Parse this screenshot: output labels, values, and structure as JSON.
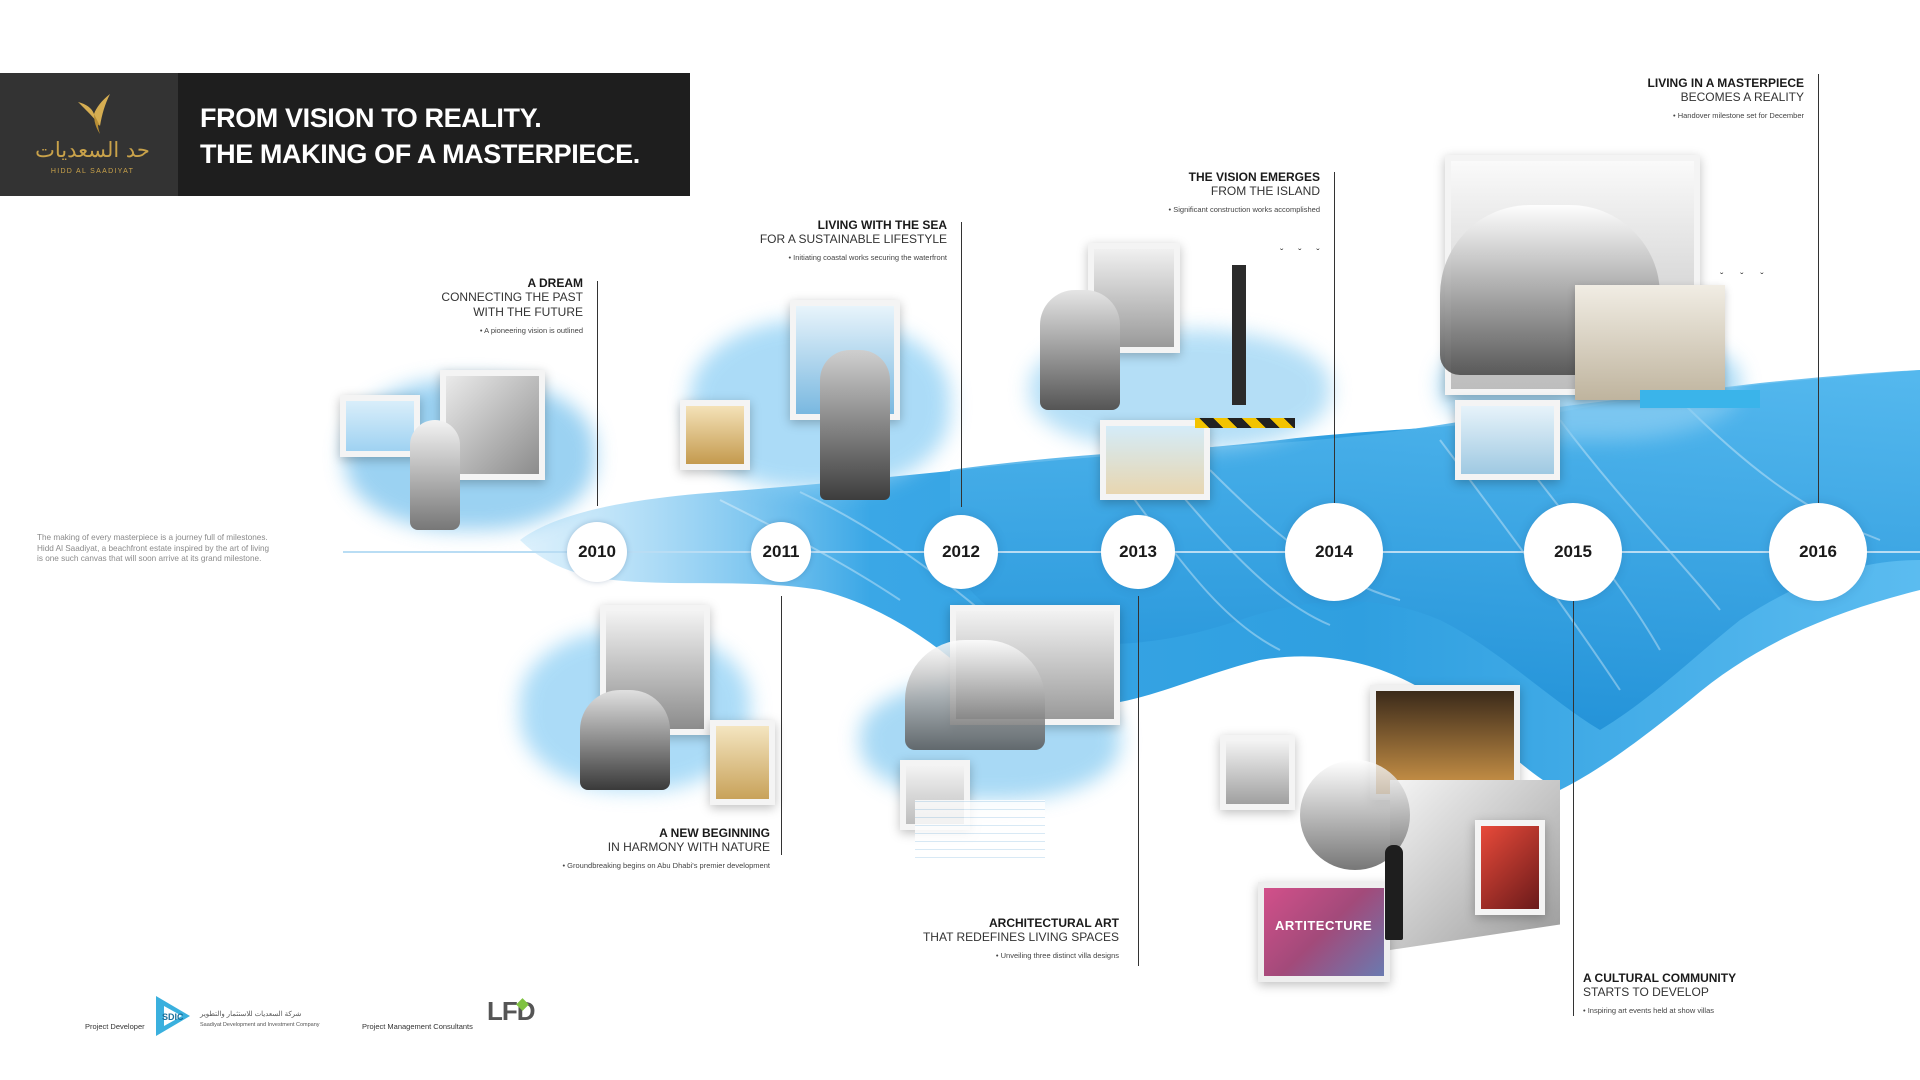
{
  "brand": {
    "arabic": "حد السعديات",
    "name": "HIDD AL SAADIYAT",
    "title_line1": "FROM VISION TO REALITY.",
    "title_line2": "THE MAKING OF A MASTERPIECE."
  },
  "intro": {
    "line1": "The making of every masterpiece is a journey full of milestones.",
    "line2": "Hidd Al Saadiyat, a beachfront estate inspired by the art of living",
    "line3": "is one such canvas that will soon arrive at its grand milestone."
  },
  "years": [
    "2010",
    "2011",
    "2012",
    "2013",
    "2014",
    "2015",
    "2016"
  ],
  "milestones": {
    "m2010": {
      "title": "A DREAM",
      "sub1": "CONNECTING THE PAST",
      "sub2": "WITH THE FUTURE",
      "detail": "• A pioneering vision is outlined"
    },
    "m2011": {
      "title": "A NEW BEGINNING",
      "sub1": "IN HARMONY WITH NATURE",
      "detail": "• Groundbreaking begins on Abu Dhabi's premier development"
    },
    "m2012": {
      "title": "LIVING WITH THE SEA",
      "sub1": "FOR A SUSTAINABLE LIFESTYLE",
      "detail": "• Initiating coastal works securing the waterfront"
    },
    "m2013": {
      "title": "ARCHITECTURAL ART",
      "sub1": "THAT REDEFINES LIVING SPACES",
      "detail": "• Unveiling three distinct villa designs"
    },
    "m2014": {
      "title": "THE VISION EMERGES",
      "sub1": "FROM THE ISLAND",
      "detail": "• Significant construction works accomplished"
    },
    "m2015": {
      "title": "A CULTURAL COMMUNITY",
      "sub1": "STARTS TO DEVELOP",
      "detail": "• Inspiring art events held at show villas"
    },
    "m2016": {
      "title": "LIVING IN A MASTERPIECE",
      "sub1": "BECOMES A REALITY",
      "detail": "• Handover milestone set for December"
    }
  },
  "artwork_text": "ARTITECTURE",
  "footer": {
    "developer_label": "Project Developer",
    "developer_logo": "SDIC",
    "developer_arabic": "شركة السعديات للاستثمار والتطوير",
    "developer_en": "Saadiyat Development and Investment Company",
    "consultant_label": "Project Management Consultants",
    "consultant_logo": "LFD"
  },
  "colors": {
    "accent_blue": "#2f9fe0",
    "gold": "#c9a24a",
    "header_dark": "#1e1e1e"
  }
}
